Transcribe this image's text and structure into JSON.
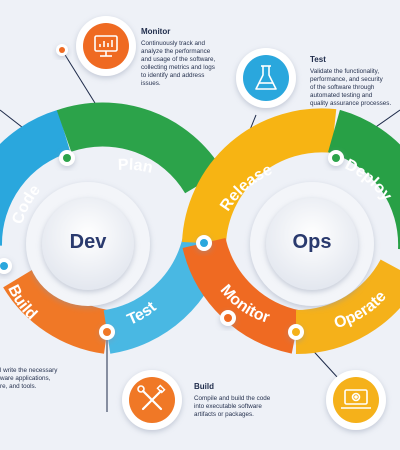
{
  "hubs": {
    "left": "Dev",
    "right": "Ops"
  },
  "segments": [
    {
      "label": "Code",
      "color": "#2aa7dd"
    },
    {
      "label": "Plan",
      "color": "#2ca34a"
    },
    {
      "label": "Build",
      "color": "#f07826"
    },
    {
      "label": "Test",
      "color": "#49b8e3"
    },
    {
      "label": "Release",
      "color": "#f7b413"
    },
    {
      "label": "Deploy",
      "color": "#28a046"
    },
    {
      "label": "Monitor",
      "color": "#ef6a22"
    },
    {
      "label": "Operate",
      "color": "#f5b11a"
    }
  ],
  "callouts": {
    "monitor": {
      "title": "Monitor",
      "description": [
        "Continuously track and",
        "analyze the performance",
        "and usage of the software,",
        "collecting metrics and logs",
        "to identify and address",
        "issues."
      ],
      "icon": "monitor-chart-icon",
      "color": "#ef6a22"
    },
    "test": {
      "title": "Test",
      "description": [
        "Validate the functionality,",
        "performance, and security",
        "of the software through",
        "automated testing and",
        "quality assurance processes."
      ],
      "icon": "flask-icon",
      "color": "#2aa7dd"
    },
    "build": {
      "title": "Build",
      "description": [
        "Compile and build the code",
        "into executable software",
        "artifacts or packages."
      ],
      "icon": "tools-icon",
      "color": "#f07826"
    },
    "code": {
      "description": [
        "l write the necessary",
        "ware applications,",
        "re, and tools."
      ]
    },
    "deploy_icon": {
      "icon": "laptop-gear-icon",
      "color": "#f5b11a"
    }
  }
}
